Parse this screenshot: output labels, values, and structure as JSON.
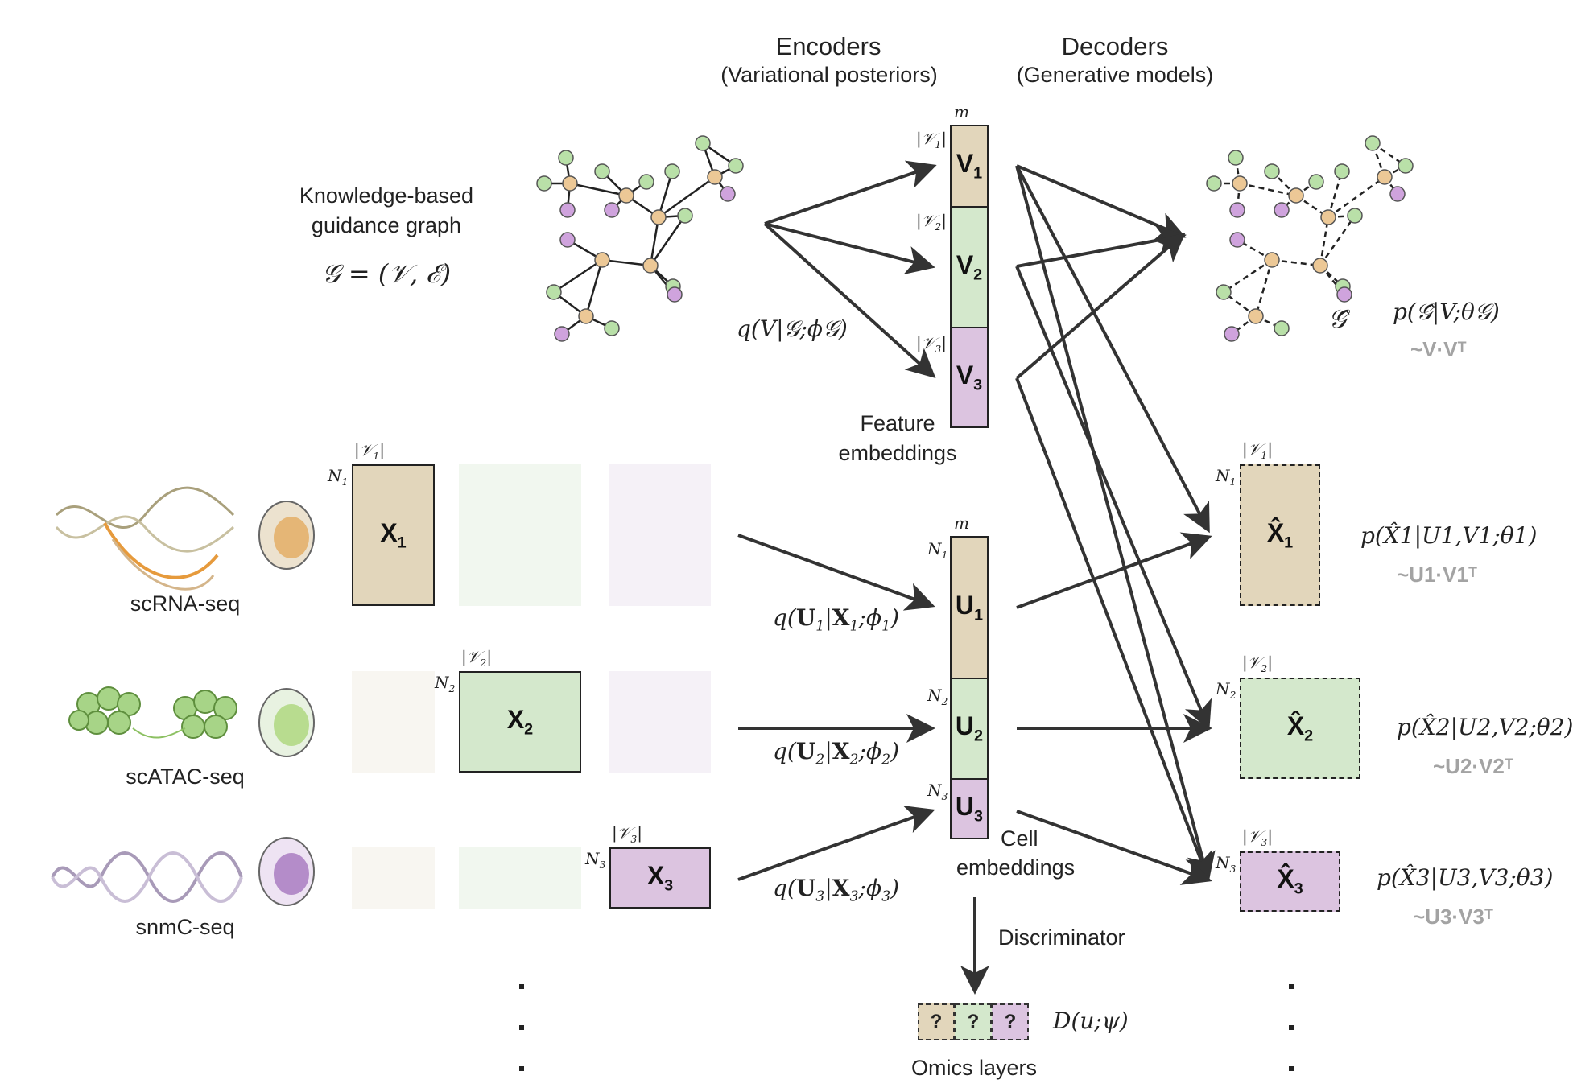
{
  "headers": {
    "encoders_title": "Encoders",
    "encoders_subtitle": "(Variational posteriors)",
    "decoders_title": "Decoders",
    "decoders_subtitle": "(Generative models)"
  },
  "guidance_graph": {
    "label_line1": "Knowledge-based",
    "label_line2": "guidance graph",
    "formula": "𝒢 = (𝒱, ℰ)"
  },
  "graph_encoder_label": "q(V|𝒢;ϕ𝒢)",
  "feature_embeddings": {
    "top_label": "m",
    "rows": [
      "V1",
      "V2",
      "V3"
    ],
    "row_text": [
      [
        "V",
        "1"
      ],
      [
        "V",
        "2"
      ],
      [
        "V",
        "3"
      ]
    ],
    "side_labels": [
      [
        "|𝒱",
        "1",
        "|"
      ],
      [
        "|𝒱",
        "2",
        "|"
      ],
      [
        "|𝒱",
        "3",
        "|"
      ]
    ],
    "caption_line1": "Feature",
    "caption_line2": "embeddings"
  },
  "cell_embeddings": {
    "top_label": "m",
    "row_text": [
      [
        "U",
        "1"
      ],
      [
        "U",
        "2"
      ],
      [
        "U",
        "3"
      ]
    ],
    "side_labels": [
      [
        "N",
        "1"
      ],
      [
        "N",
        "2"
      ],
      [
        "N",
        "3"
      ]
    ],
    "caption_line1": "Cell",
    "caption_line2": "embeddings"
  },
  "omics": [
    {
      "name": "scRNA-seq",
      "matrix": [
        "X",
        "1"
      ],
      "cols": [
        "|𝒱",
        "1",
        "|"
      ],
      "rows": [
        "N",
        "1"
      ],
      "encoder": {
        "pre": "q(",
        "U": "U",
        "i": "1",
        "mid": "|",
        "X": "X",
        "j": "1",
        ";": ";ϕ",
        "k": "1",
        ")": ")"
      },
      "color": "#e2d6bb"
    },
    {
      "name": "scATAC-seq",
      "matrix": [
        "X",
        "2"
      ],
      "cols": [
        "|𝒱",
        "2",
        "|"
      ],
      "rows": [
        "N",
        "2"
      ],
      "encoder": {
        "pre": "q(",
        "U": "U",
        "i": "2",
        "mid": "|",
        "X": "X",
        "j": "2",
        ";": ";ϕ",
        "k": "2",
        ")": ")"
      },
      "color": "#d4e8cc"
    },
    {
      "name": "snmC-seq",
      "matrix": [
        "X",
        "3"
      ],
      "cols": [
        "|𝒱",
        "3",
        "|"
      ],
      "rows": [
        "N",
        "3"
      ],
      "encoder": {
        "pre": "q(",
        "U": "U",
        "i": "3",
        "mid": "|",
        "X": "X",
        "j": "3",
        ";": ";ϕ",
        "k": "3",
        ")": ")"
      },
      "color": "#dcc4e0"
    }
  ],
  "decoded_graph": {
    "symbol": "𝒢̂",
    "formula": "p(𝒢̂|V;θ𝒢)",
    "approx": "~V·Vᵀ"
  },
  "decoders": [
    {
      "matrix": [
        "X̂",
        "1"
      ],
      "cols": [
        "|𝒱",
        "1",
        "|"
      ],
      "rows": [
        "N",
        "1"
      ],
      "formula": "p(X̂1|U1,V1;θ1)",
      "approx": "~U1·V1ᵀ"
    },
    {
      "matrix": [
        "X̂",
        "2"
      ],
      "cols": [
        "|𝒱",
        "2",
        "|"
      ],
      "rows": [
        "N",
        "2"
      ],
      "formula": "p(X̂2|U2,V2;θ2)",
      "approx": "~U2·V2ᵀ"
    },
    {
      "matrix": [
        "X̂",
        "3"
      ],
      "cols": [
        "|𝒱",
        "3",
        "|"
      ],
      "rows": [
        "N",
        "3"
      ],
      "formula": "p(X̂3|U3,V3;θ3)",
      "approx": "~U3·V3ᵀ"
    }
  ],
  "discriminator": {
    "label": "Discriminator",
    "boxes": [
      "?",
      "?",
      "?"
    ],
    "formula": "D(u;ψ)",
    "caption": "Omics layers"
  },
  "ellipsis": ".",
  "colors": {
    "tan": "#e2d6bb",
    "green": "#d4e8cc",
    "purple": "#dcc4e0",
    "node_tan": "#ecc896",
    "node_green": "#b9e0a8",
    "node_purple": "#cfa3dd",
    "arrow": "#333333",
    "approx_gray": "#a3a3a3"
  }
}
